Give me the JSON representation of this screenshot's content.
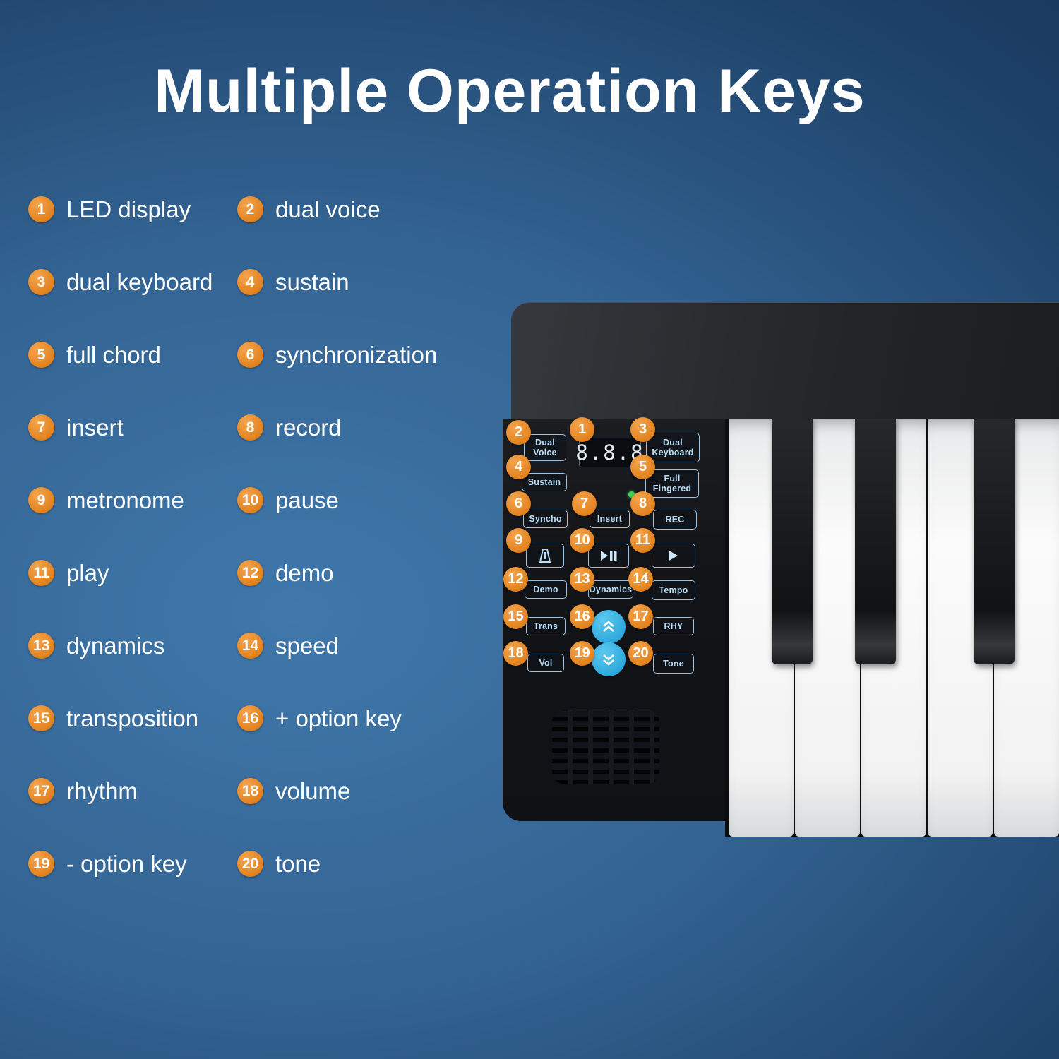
{
  "title": "Multiple Operation Keys",
  "legend": {
    "items": [
      {
        "num": "1",
        "label": "LED display"
      },
      {
        "num": "2",
        "label": "dual voice"
      },
      {
        "num": "3",
        "label": "dual keyboard"
      },
      {
        "num": "4",
        "label": "sustain"
      },
      {
        "num": "5",
        "label": "full chord"
      },
      {
        "num": "6",
        "label": "synchronization"
      },
      {
        "num": "7",
        "label": "insert"
      },
      {
        "num": "8",
        "label": "record"
      },
      {
        "num": "9",
        "label": "metronome"
      },
      {
        "num": "10",
        "label": "pause"
      },
      {
        "num": "11",
        "label": "play"
      },
      {
        "num": "12",
        "label": "demo"
      },
      {
        "num": "13",
        "label": "dynamics"
      },
      {
        "num": "14",
        "label": "speed"
      },
      {
        "num": "15",
        "label": "transposition"
      },
      {
        "num": "16",
        "label": "+ option key"
      },
      {
        "num": "17",
        "label": "rhythm"
      },
      {
        "num": "18",
        "label": "volume"
      },
      {
        "num": "19",
        "label": "- option key"
      },
      {
        "num": "20",
        "label": "tone"
      }
    ]
  },
  "panel": {
    "display_value": "8.8.8",
    "buttons": {
      "dual_voice": "Dual Voice",
      "dual_keyboard": "Dual Keyboard",
      "sustain": "Sustain",
      "full_fingered": "Full Fingered",
      "syncho": "Syncho",
      "insert": "Insert",
      "rec": "REC",
      "demo": "Demo",
      "dynamics": "Dynamics",
      "tempo": "Tempo",
      "trans": "Trans",
      "rhy": "RHY",
      "vol": "Vol",
      "tone": "Tone"
    },
    "icons": {
      "metronome": "metronome-icon",
      "play_pause": "play-pause-icon",
      "play": "play-icon",
      "option_plus": "chevron-up-icon",
      "option_minus": "chevron-down-icon"
    }
  },
  "colors": {
    "background_mid": "#3a6f9f",
    "background_dark": "#15304d",
    "badge_orange": "#e2821e",
    "panel_text_blue": "#b9ddf6",
    "accent_cyan": "#2fa9dd",
    "led_red": "#e23c2c",
    "led_green": "#41cf52"
  }
}
